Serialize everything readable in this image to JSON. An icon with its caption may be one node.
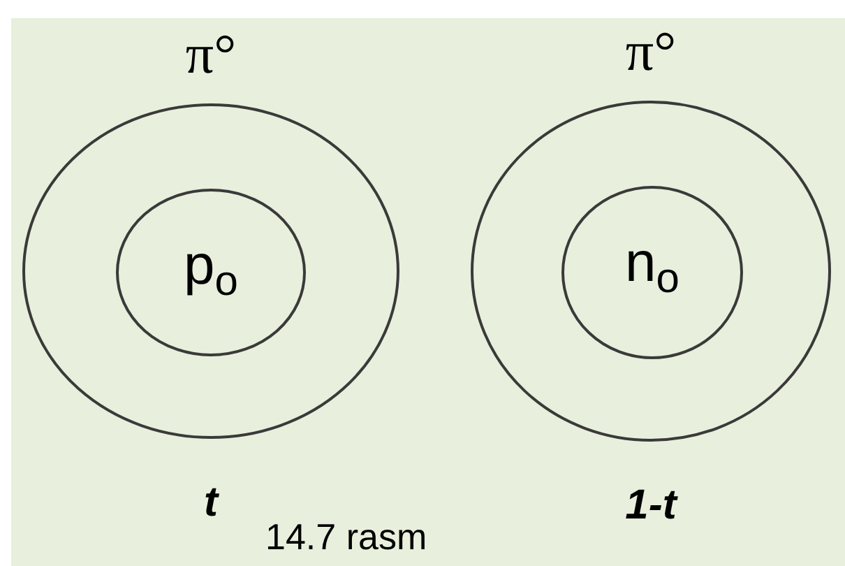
{
  "diagram": {
    "caption": "14.7 rasm",
    "nodes": [
      {
        "text": [
          "π°"
        ],
        "beside": [
          "t"
        ]
      },
      {
        "text": [
          "p$_{o}$"
        ],
        "in": 0
      },
      {
        "text": [
          "π°"
        ],
        "beside": [
          "1-t"
        ]
      },
      {
        "text": [
          "n$_{o}$"
        ],
        "in": 2
      }
    ]
  }
}
